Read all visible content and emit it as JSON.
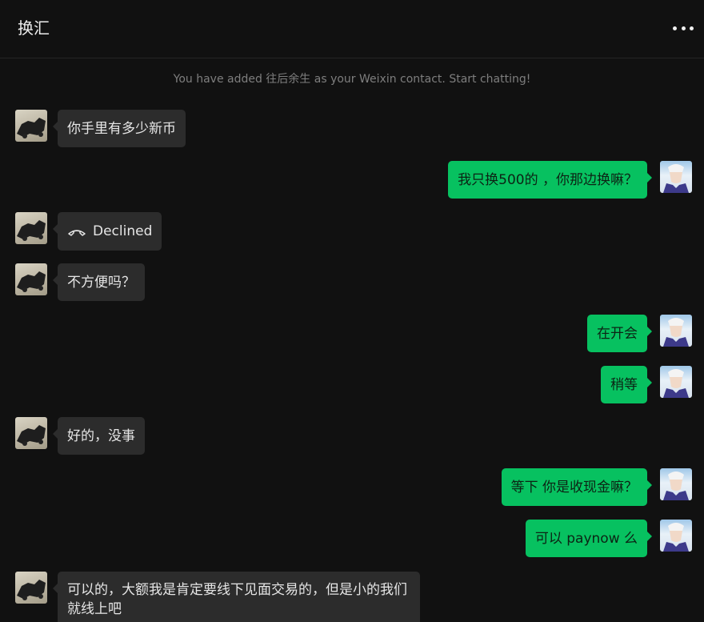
{
  "header": {
    "title": "换汇"
  },
  "notice": "You have added 往后余生 as your Weixin contact. Start chatting!",
  "messages": [
    {
      "side": "in",
      "text": "你手里有多少新币"
    },
    {
      "side": "out",
      "text": "我只换500的 ，你那边换嘛？"
    },
    {
      "side": "in",
      "type": "call",
      "icon": "hang-up-icon",
      "text": "Declined"
    },
    {
      "side": "in",
      "text": "不方便吗？"
    },
    {
      "side": "out",
      "text": "在开会"
    },
    {
      "side": "out",
      "text": "稍等"
    },
    {
      "side": "in",
      "text": "好的，没事"
    },
    {
      "side": "out",
      "text": "等下 你是收现金嘛？"
    },
    {
      "side": "out",
      "text": "可以 paynow 么"
    },
    {
      "side": "in",
      "text": "可以的，大额我是肯定要线下见面交易的，但是小的我们就线上吧"
    }
  ],
  "colors": {
    "background": "#111111",
    "incoming_bubble": "#2c2c2c",
    "outgoing_bubble": "#07c160",
    "notice_text": "#7e7e7e"
  }
}
